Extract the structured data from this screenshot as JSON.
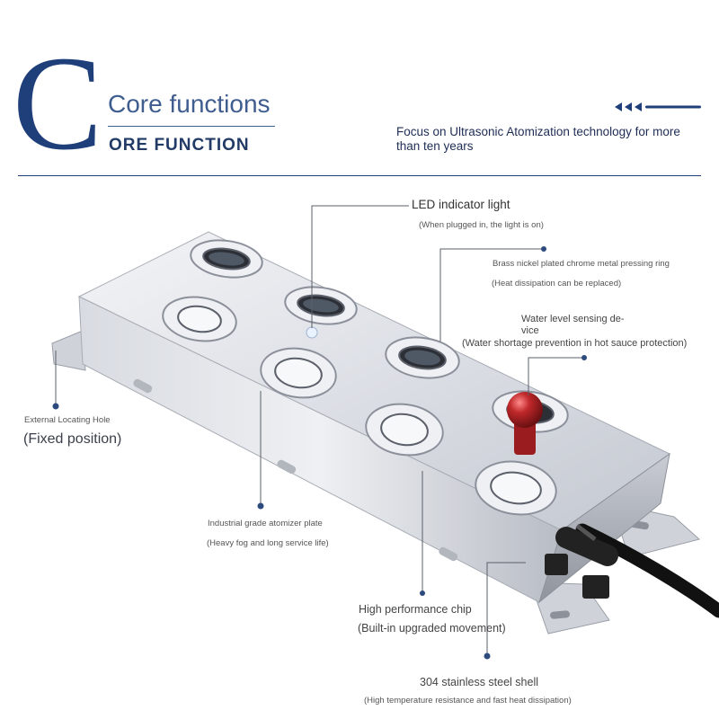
{
  "header": {
    "big_letter": "C",
    "title": "Core functions",
    "subtitle": "ORE FUNCTION",
    "tagline": "Focus on Ultrasonic Atomization technology for more than ten years"
  },
  "callouts": {
    "led": {
      "title": "LED indicator light",
      "note": "(When plugged in, the light is on)"
    },
    "ring": {
      "title": "Brass nickel plated chrome metal pressing ring",
      "note": "(Heat dissipation can be replaced)"
    },
    "sensor": {
      "title_line1": "Water level sensing de-",
      "title_line2": "vice",
      "note": "(Water shortage prevention in hot sauce protection)"
    },
    "hole": {
      "title": "External Locating Hole",
      "note": "(Fixed position)"
    },
    "plate": {
      "title": "Industrial grade atomizer plate",
      "note": "(Heavy fog and long service life)"
    },
    "chip": {
      "title": "High performance chip",
      "note": "(Built-in upgraded movement)"
    },
    "shell": {
      "title": "304 stainless steel shell",
      "note": "(High temperature resistance and fast heat dissipation)"
    }
  },
  "colors": {
    "accent": "#1f3f7a",
    "title": "#3f5d8f",
    "sensor_ball": "#c0282a"
  },
  "icons": [
    "triple-arrow-icon"
  ]
}
